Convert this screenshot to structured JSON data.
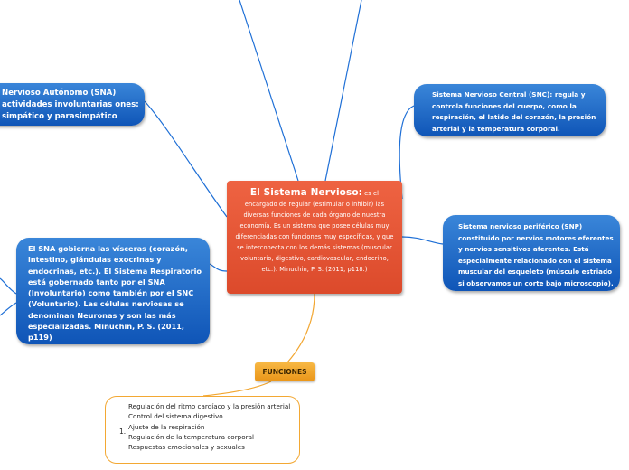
{
  "center": {
    "title": "El Sistema Nervioso:",
    "body": " es el encargado de regular (estimular o inhibir) las diversas funciones de cada órgano de nuestra economía. Es un sistema que posee células muy diferenciadas con funciones muy específicas, y que se interconecta con los demás sistemas (muscular voluntario, digestivo, cardiovascular, endocrino, etc.). Minuchin, P. S. (2011, p118.)"
  },
  "nodes": {
    "sna": "Nervioso Autónomo (SNA) actividades involuntarias ones: simpático y parasimpático",
    "snc": "Sistema Nervioso Central (SNC): regula y controla funciones del cuerpo, como la respiración, el latido del corazón, la presión arterial y la temperatura corporal.",
    "snp": "Sistema nervioso periférico (SNP) constituido por nervios motores eferentes y nervios sensitivos aferentes. Está especialmente relacionado con el sistema muscular del esqueleto (músculo estriado si observamos un corte bajo microscopio).",
    "visceras": "El SNA gobierna las vísceras (corazón, intestino, glándulas exocrinas y endocrinas, etc.). El Sistema Respiratorio está gobernado tanto por el SNA (Involuntario) como también por el SNC (Voluntario). Las células nerviosas se denominan Neuronas y son las más especializadas. Minuchin, P. S. (2011, p119)",
    "funciones": "FUNCIONES"
  },
  "list": {
    "number": "1.",
    "items": [
      "Regulación del ritmo cardíaco y la presión arterial",
      "Control del sistema digestivo",
      "Ajuste de la respiración",
      "Regulación de la temperatura corporal",
      "Respuestas emocionales y sexuales"
    ]
  },
  "colors": {
    "central_topic": "#e3522f",
    "branch_blue": "#1a63c4",
    "connector_blue": "#1e6fd6",
    "funciones_orange": "#f2a630",
    "list_border": "#f3a833"
  }
}
